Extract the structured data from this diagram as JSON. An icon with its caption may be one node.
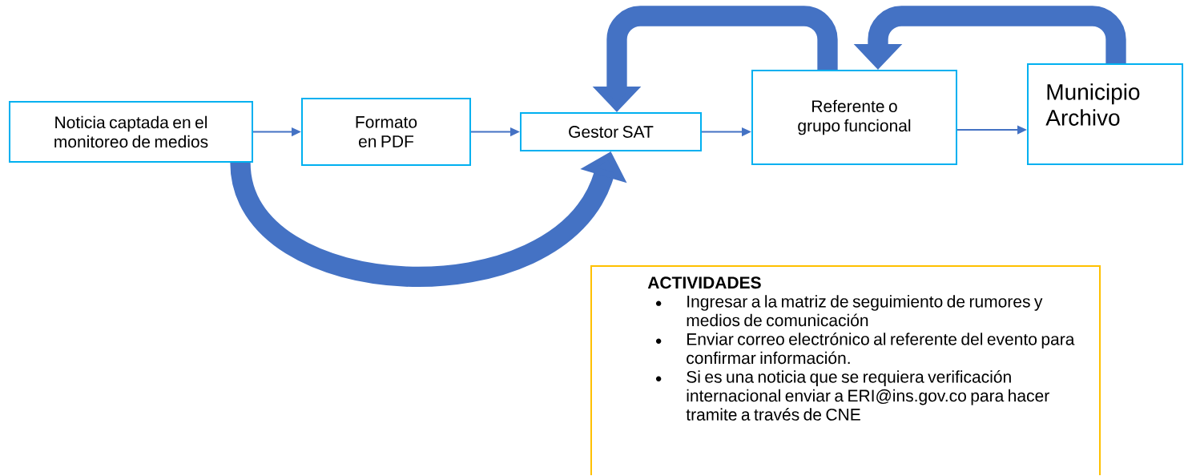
{
  "diagram": {
    "nodes": [
      {
        "text": [
          "Noticia captada en el monitoreo de medios"
        ]
      },
      {
        "text": [
          "Formato en PDF"
        ]
      },
      {
        "text": [
          "Gestor SAT"
        ]
      },
      {
        "text": [
          "Referente o grupo funcional"
        ]
      },
      {
        "text": [
          "Municipio Archivo"
        ]
      },
      {
        "text": [
          "ACTIVIDADES",
          "Ingresar a la matriz de seguimiento de rumores y medios de comunicación",
          "Enviar correo electrónico al referente del evento para confirmar información.",
          "Si es una noticia que se requiera verificación internacional enviar a ERI@ins.gov.co para hacer tramite a través de CNE"
        ]
      }
    ],
    "edges": [
      {
        "from": 0,
        "to": 1,
        "arrow": "to"
      },
      {
        "from": 1,
        "to": 2,
        "arrow": "to"
      },
      {
        "from": 2,
        "to": 3,
        "arrow": "to"
      },
      {
        "from": 3,
        "to": 4,
        "arrow": "to"
      },
      {
        "from": 0,
        "to": 2,
        "arrow": "to",
        "style": "thick"
      },
      {
        "from": 3,
        "to": 2,
        "arrow": "to",
        "style": "thick"
      },
      {
        "from": 4,
        "to": 3,
        "arrow": "to",
        "style": "thick"
      }
    ]
  }
}
